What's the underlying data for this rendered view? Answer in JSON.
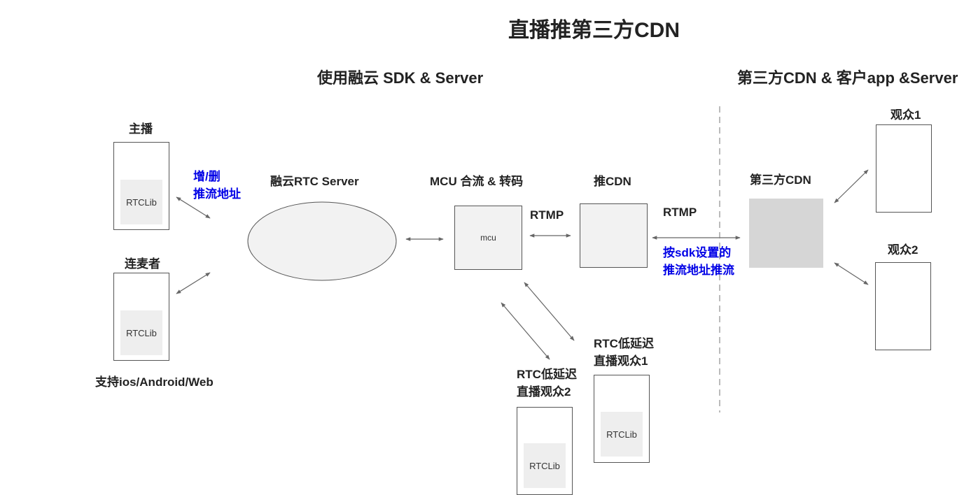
{
  "title": "直播推第三方CDN",
  "sections": {
    "rongcloud": "使用融云 SDK & Server",
    "thirdparty": "第三方CDN & 客户app &Server"
  },
  "host": {
    "label": "主播",
    "lib": "RTCLib"
  },
  "comic": {
    "label": "连麦者",
    "lib": "RTCLib"
  },
  "platforms": "支持ios/Android/Web",
  "add_remove_note": "增/删\n推流地址",
  "rtc_server": {
    "label": "融云RTC Server"
  },
  "mcu": {
    "label": "MCU 合流 & 转码",
    "box": "mcu"
  },
  "push_cdn": {
    "label": "推CDN"
  },
  "rtmp_1": "RTMP",
  "rtmp_2": "RTMP",
  "push_note": "按sdk设置的\n推流地址推流",
  "third_cdn": {
    "label": "第三方CDN"
  },
  "viewer_1": {
    "label": "观众1"
  },
  "viewer_2": {
    "label": "观众2"
  },
  "low_latency_1": {
    "label": "RTC低延迟\n直播观众1",
    "lib": "RTCLib"
  },
  "low_latency_2": {
    "label": "RTC低延迟\n直播观众2",
    "lib": "RTCLib"
  }
}
